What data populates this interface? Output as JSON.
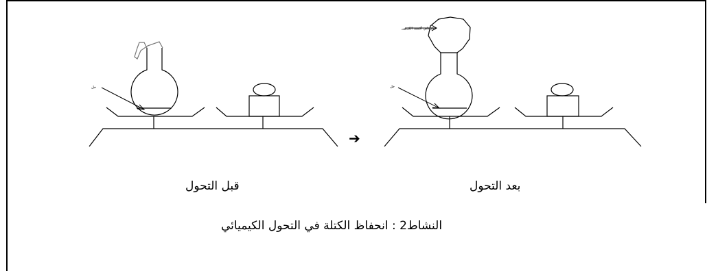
{
  "labels": {
    "before": "قبل التحول",
    "after": "بعد التحول",
    "caption": "النشاط2 : انحفاظ الكتلة في التحول الكيميائي",
    "vinegar_before": "خل",
    "vinegar_after": "خل",
    "gas": "غاز ثاني أكسيد الكربون"
  },
  "arrow_symbol": "➔"
}
